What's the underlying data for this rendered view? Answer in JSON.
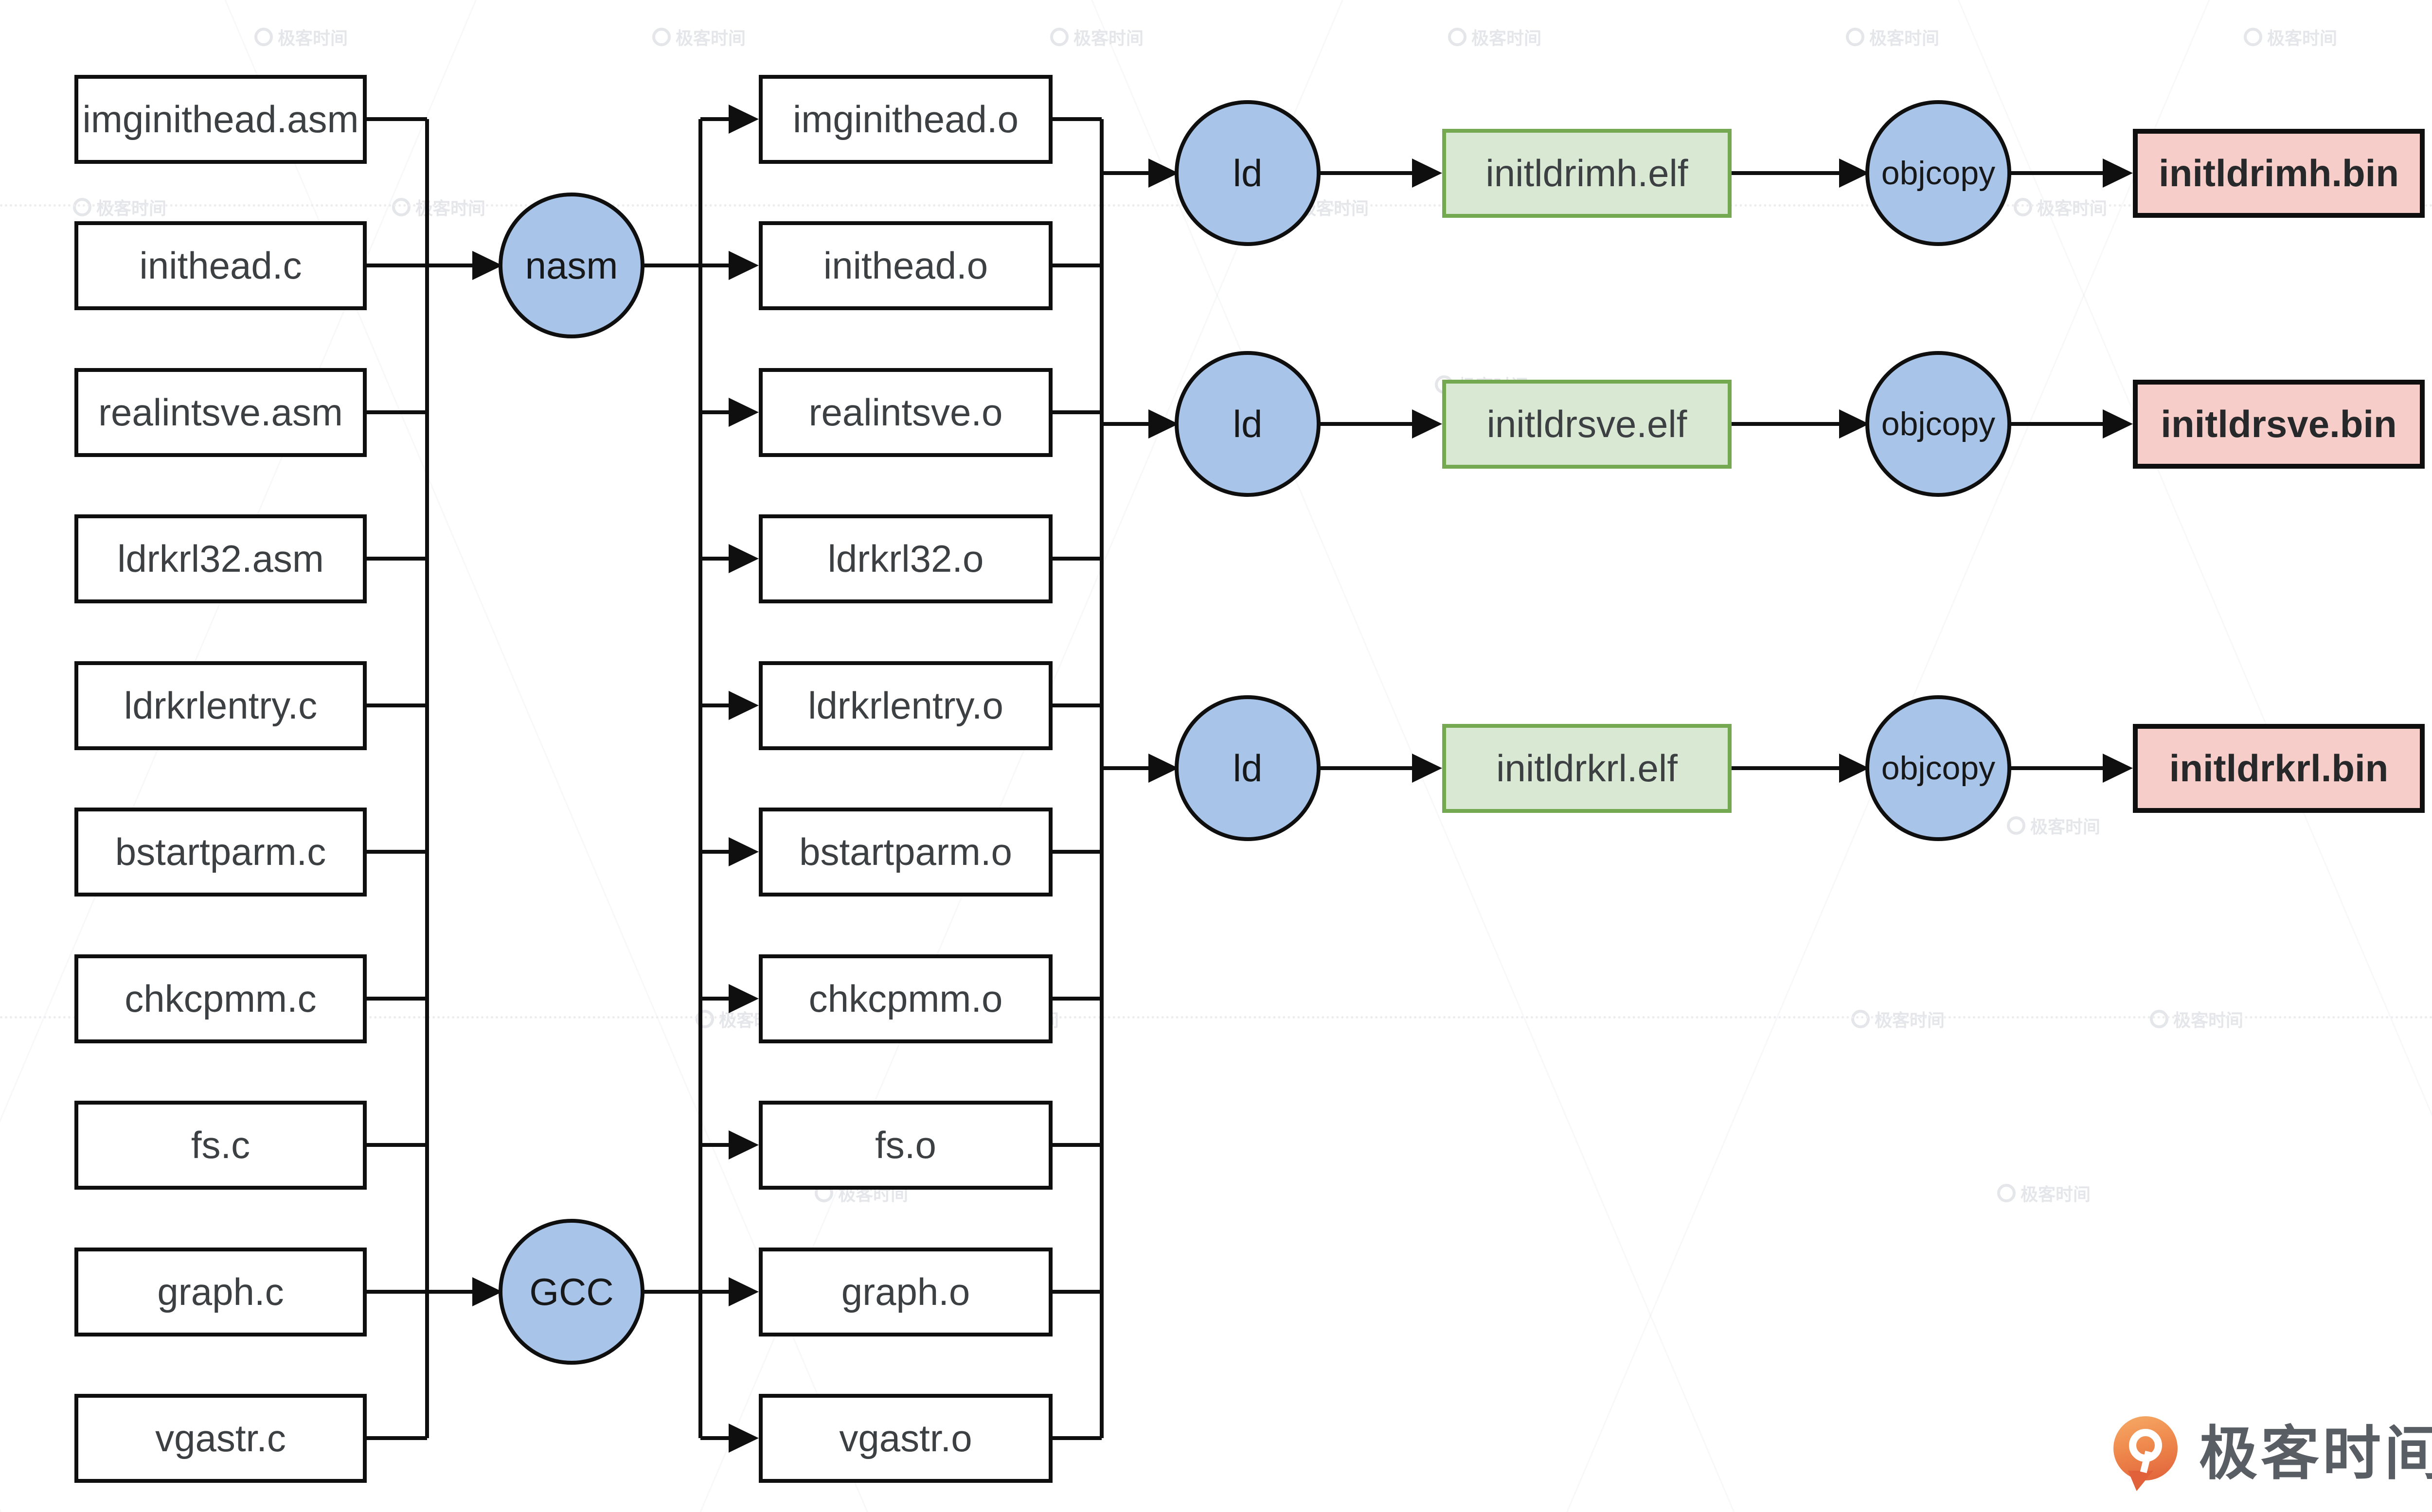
{
  "diagram": {
    "source_files": [
      "imginithead.asm",
      "inithead.c",
      "realintsve.asm",
      "ldrkrl32.asm",
      "ldrkrlentry.c",
      "bstartparm.c",
      "chkcpmm.c",
      "fs.c",
      "graph.c",
      "vgastr.c"
    ],
    "object_files": [
      "imginithead.o",
      "inithead.o",
      "realintsve.o",
      "ldrkrl32.o",
      "ldrkrlentry.o",
      "bstartparm.o",
      "chkcpmm.o",
      "fs.o",
      "graph.o",
      "vgastr.o"
    ],
    "tools": {
      "assembler": "nasm",
      "compiler": "GCC",
      "linker": "ld",
      "objcopy": "objcopy"
    },
    "elf_files": [
      "initldrimh.elf",
      "initldrsve.elf",
      "initldrkrl.elf"
    ],
    "bin_files": [
      "initldrimh.bin",
      "initldrsve.bin",
      "initldrkrl.bin"
    ]
  },
  "watermark": {
    "text": "极客时间"
  },
  "brand": {
    "logo_text": "极客时间"
  },
  "colors": {
    "process_fill": "#a8c4e8",
    "elf_fill": "#d9e8d2",
    "elf_border": "#74a952",
    "bin_fill": "#f7cdc9",
    "line": "#0f0f0f",
    "brand_orange": "#e0613a"
  }
}
